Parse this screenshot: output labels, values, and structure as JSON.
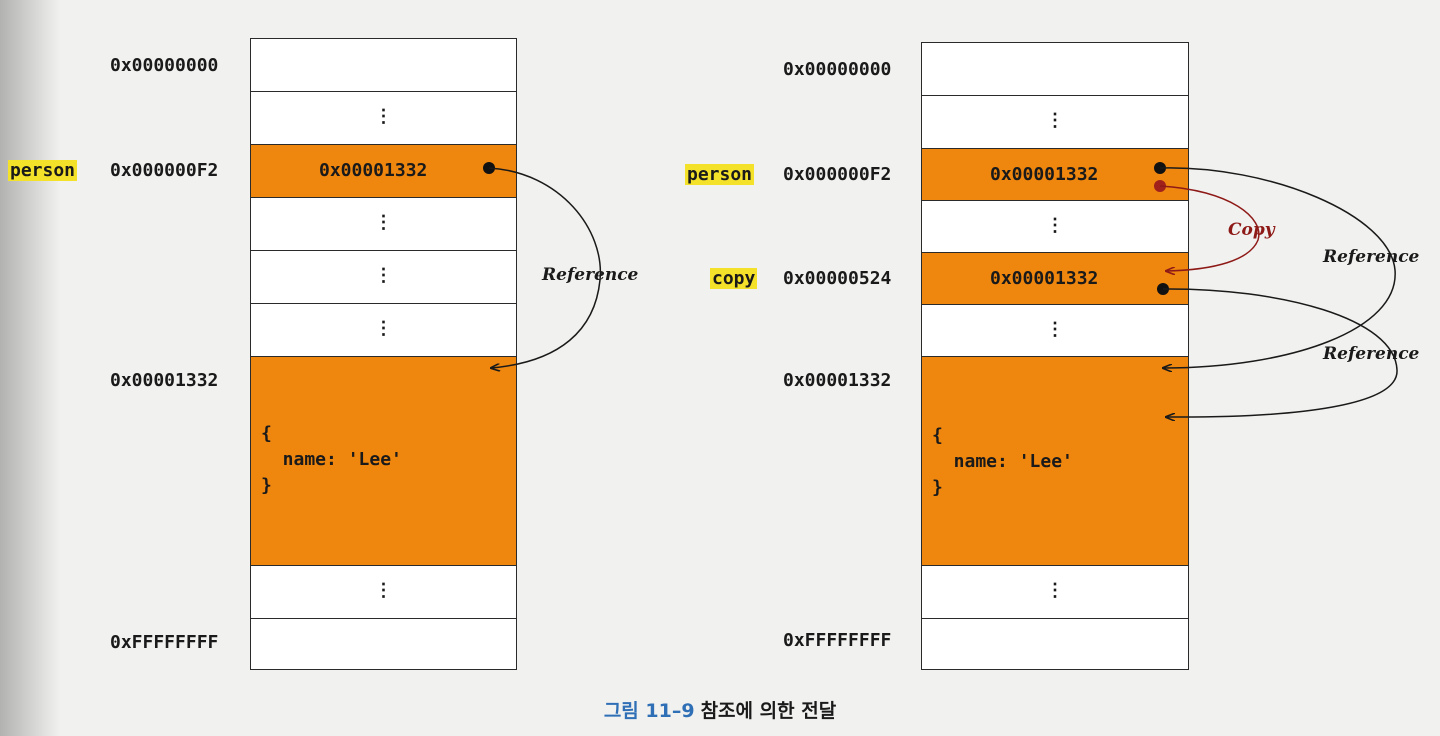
{
  "left": {
    "addresses": [
      "0x00000000",
      "0x000000F2",
      "0x00001332",
      "0xFFFFFFFF"
    ],
    "variables": {
      "person": "person"
    },
    "person_value": "0x00001332",
    "object_lines": [
      "{",
      "  name: 'Lee'",
      "}"
    ],
    "ellipsis": "⋮",
    "reference_label": "Reference"
  },
  "right": {
    "addresses": [
      "0x00000000",
      "0x000000F2",
      "0x00000524",
      "0x00001332",
      "0xFFFFFFFF"
    ],
    "variables": {
      "person": "person",
      "copy": "copy"
    },
    "person_value": "0x00001332",
    "copy_value": "0x00001332",
    "object_lines": [
      "{",
      "  name: 'Lee'",
      "}"
    ],
    "ellipsis": "⋮",
    "copy_label": "Copy",
    "reference_label_1": "Reference",
    "reference_label_2": "Reference"
  },
  "caption": {
    "number": "그림 11–9",
    "text": "참조에 의한 전달"
  },
  "colors": {
    "cell_fill": "#ef860e",
    "highlight": "#f4e12a",
    "copy_arrow": "#8e1a17",
    "caption_number": "#2f6fb6"
  }
}
